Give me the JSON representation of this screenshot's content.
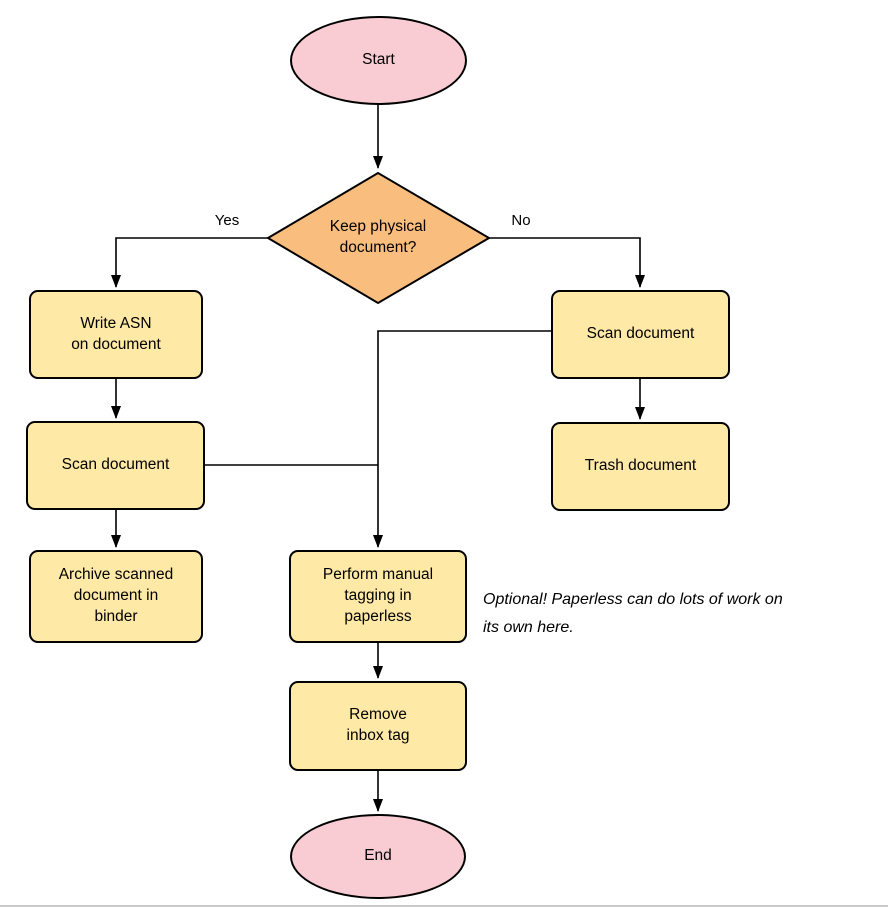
{
  "diagram": {
    "colors": {
      "terminator_fill": "#F8CCD2",
      "decision_fill": "#F9BE7D",
      "process_fill": "#FFE9A6",
      "stroke": "#000000"
    },
    "nodes": {
      "start": {
        "label": "Start"
      },
      "decision": {
        "label": "Keep physical\ndocument?"
      },
      "write_asn": {
        "label": "Write ASN\non document"
      },
      "scan_right": {
        "label": "Scan document"
      },
      "trash": {
        "label": "Trash document"
      },
      "scan_left": {
        "label": "Scan document"
      },
      "archive": {
        "label": "Archive scanned\ndocument in\nbinder"
      },
      "tagging": {
        "label": "Perform manual\ntagging in\npaperless"
      },
      "remove_inbox": {
        "label": "Remove\ninbox tag"
      },
      "end": {
        "label": "End"
      }
    },
    "edge_labels": {
      "yes": "Yes",
      "no": "No"
    },
    "annotation": "Optional! Paperless can do lots of work on\nits own here."
  }
}
